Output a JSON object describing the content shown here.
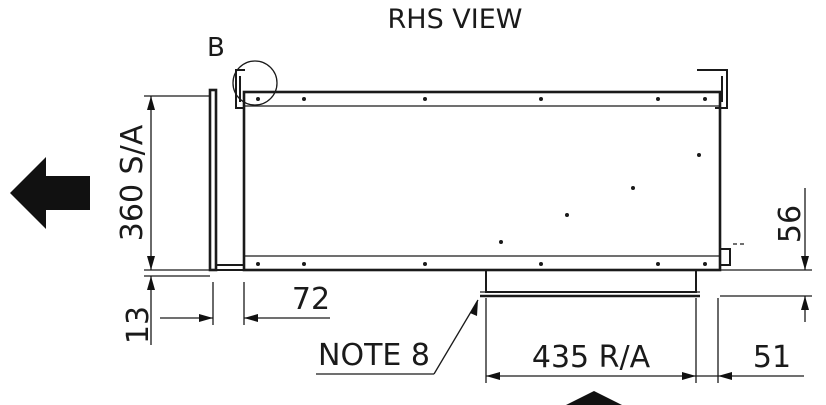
{
  "title": "RHS VIEW",
  "detail_label": "B",
  "dimensions": {
    "height_supply": "360 S/A",
    "flange_thickness": "13",
    "flange_offset": "72",
    "spigot_height": "56",
    "return_width": "435 R/A",
    "return_offset": "51"
  },
  "note_label": "NOTE 8",
  "icons": {
    "airflow_left": "arrow-left-icon",
    "airflow_up": "arrow-up-icon"
  }
}
